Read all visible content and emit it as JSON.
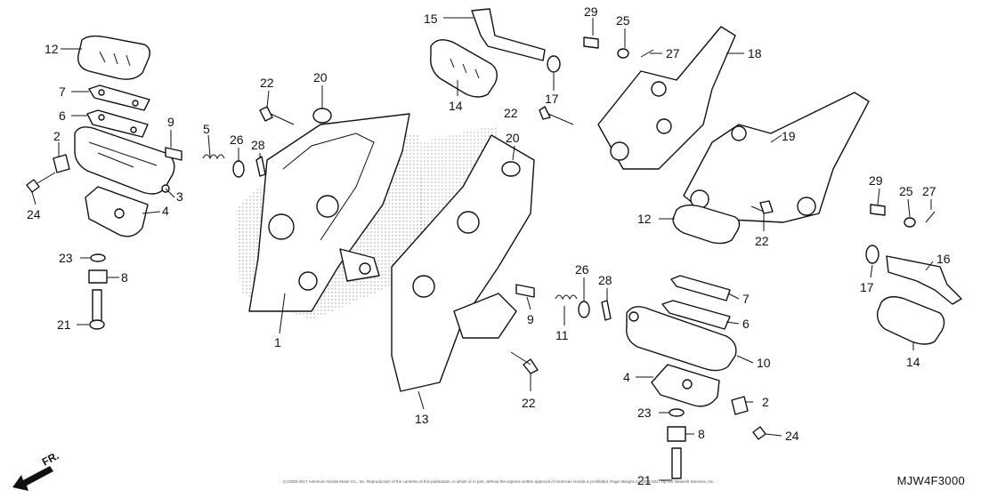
{
  "diagram": {
    "code": "MJW4F3000",
    "direction_label": "FR.",
    "copyright": "(c) 2003-2017 American Honda Motor Co., Inc. Reproduction of the contents of this publication, in whole or in part, without the express written approval of American Honda is prohibited. Page designs (c) 2003-2017 by ARI Network Services, Inc.",
    "callouts": [
      {
        "id": "c12a",
        "label": "12"
      },
      {
        "id": "c7a",
        "label": "7"
      },
      {
        "id": "c6a",
        "label": "6"
      },
      {
        "id": "c2a",
        "label": "2"
      },
      {
        "id": "c24a",
        "label": "24"
      },
      {
        "id": "c3",
        "label": "3"
      },
      {
        "id": "c4a",
        "label": "4"
      },
      {
        "id": "c23a",
        "label": "23"
      },
      {
        "id": "c8a",
        "label": "8"
      },
      {
        "id": "c21a",
        "label": "21"
      },
      {
        "id": "c9a",
        "label": "9"
      },
      {
        "id": "c5",
        "label": "5"
      },
      {
        "id": "c26a",
        "label": "26"
      },
      {
        "id": "c28a",
        "label": "28"
      },
      {
        "id": "c22a",
        "label": "22"
      },
      {
        "id": "c20a",
        "label": "20"
      },
      {
        "id": "c1",
        "label": "1"
      },
      {
        "id": "c15",
        "label": "15"
      },
      {
        "id": "c14a",
        "label": "14"
      },
      {
        "id": "c29a",
        "label": "29"
      },
      {
        "id": "c25a",
        "label": "25"
      },
      {
        "id": "c27a",
        "label": "27"
      },
      {
        "id": "c18",
        "label": "18"
      },
      {
        "id": "c17a",
        "label": "17"
      },
      {
        "id": "c22b",
        "label": "22"
      },
      {
        "id": "c20b",
        "label": "20"
      },
      {
        "id": "c19",
        "label": "19"
      },
      {
        "id": "c29b",
        "label": "29"
      },
      {
        "id": "c25b",
        "label": "25"
      },
      {
        "id": "c27b",
        "label": "27"
      },
      {
        "id": "c12b",
        "label": "12"
      },
      {
        "id": "c22c",
        "label": "22"
      },
      {
        "id": "c16",
        "label": "16"
      },
      {
        "id": "c17b",
        "label": "17"
      },
      {
        "id": "c26b",
        "label": "26"
      },
      {
        "id": "c28b",
        "label": "28"
      },
      {
        "id": "c9b",
        "label": "9"
      },
      {
        "id": "c11",
        "label": "11"
      },
      {
        "id": "c7b",
        "label": "7"
      },
      {
        "id": "c6b",
        "label": "6"
      },
      {
        "id": "c10",
        "label": "10"
      },
      {
        "id": "c14b",
        "label": "14"
      },
      {
        "id": "c4b",
        "label": "4"
      },
      {
        "id": "c2b",
        "label": "2"
      },
      {
        "id": "c23b",
        "label": "23"
      },
      {
        "id": "c24b",
        "label": "24"
      },
      {
        "id": "c8b",
        "label": "8"
      },
      {
        "id": "c21b",
        "label": "21"
      },
      {
        "id": "c22d",
        "label": "22"
      },
      {
        "id": "c13",
        "label": "13"
      }
    ]
  }
}
